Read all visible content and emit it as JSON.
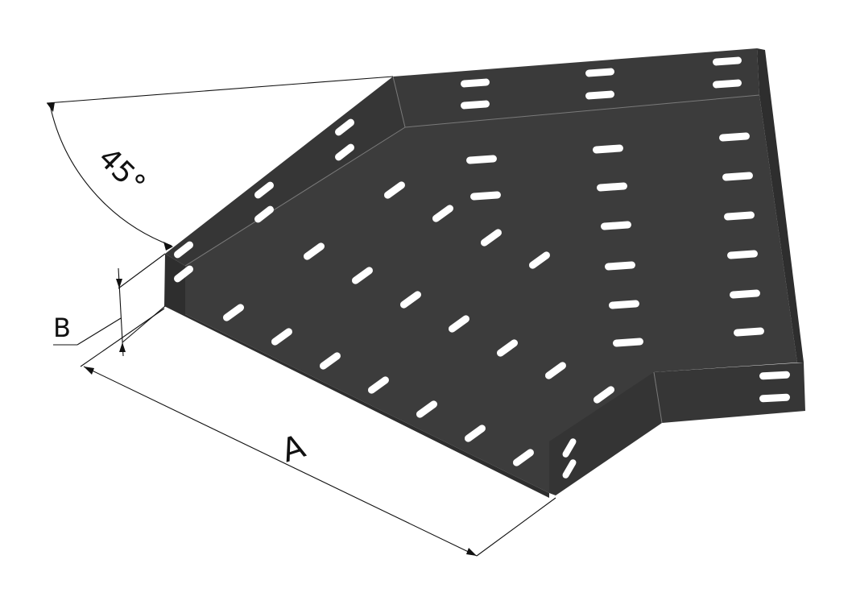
{
  "diagram": {
    "labels": {
      "angle": "45°",
      "width": "A",
      "height": "B"
    },
    "colors": {
      "metal": "#3b3b3b",
      "metal_dark": "#2c2c2c",
      "metal_side": "#333333",
      "edge_highlight": "#7a7a7a",
      "slot": "#ffffff",
      "line": "#111111",
      "background": "#ffffff"
    }
  }
}
